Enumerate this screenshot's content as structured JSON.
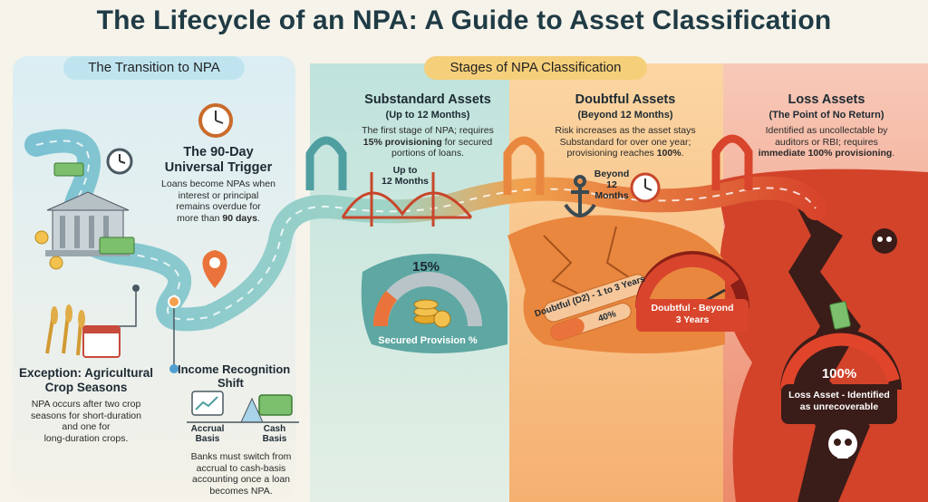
{
  "title": "The Lifecycle of an NPA: A Guide to Asset Classification",
  "transition": {
    "pill": "The Transition to NPA",
    "trigger_title_1": "The 90-Day",
    "trigger_title_2": "Universal Trigger",
    "trigger_desc_1": "Loans become NPAs when",
    "trigger_desc_2": "interest or principal",
    "trigger_desc_3": "remains overdue for",
    "trigger_desc_4_pre": "more than ",
    "trigger_desc_4_bold": "90 days",
    "trigger_desc_4_post": "."
  },
  "agri": {
    "title_1": "Exception: Agricultural",
    "title_2": "Crop Seasons",
    "desc_1": "NPA occurs after two crop",
    "desc_2": "seasons for short-duration",
    "desc_3": "and one for",
    "desc_4": "long-duration crops."
  },
  "income": {
    "title_1": "Income Recognition",
    "title_2": "Shift",
    "accrual": "Accrual",
    "accrual_2": "Basis",
    "cash": "Cash",
    "cash_2": "Basis",
    "desc_1": "Banks must switch from",
    "desc_2": "accrual to cash-basis",
    "desc_3": "accounting once a loan",
    "desc_4": "becomes NPA."
  },
  "stages_pill": "Stages of NPA Classification",
  "substandard": {
    "title": "Substandard Assets",
    "subtitle": "(Up to 12 Months)",
    "desc_1": "The first stage of NPA; requires",
    "desc_2_bold": "15% provisioning",
    "desc_2_post": " for secured",
    "desc_3": "portions of loans.",
    "bridge_1": "Up to",
    "bridge_2": "12 Months",
    "percent": "15%",
    "gauge_label": "Secured Provision %"
  },
  "doubtful": {
    "title": "Doubtful Assets",
    "subtitle": "(Beyond 12 Months)",
    "desc_1": "Risk increases as the asset stays",
    "desc_2": "Substandard for over one year;",
    "desc_3_pre": "provisioning reaches ",
    "desc_3_bold": "100%",
    "desc_3_post": ".",
    "anchor_1": "Beyond",
    "anchor_2": "12",
    "anchor_3": "Months",
    "bar_label": "Doubtful (D2) - 1 to 3 Years",
    "bar_percent": "40%",
    "gauge_label_1": "Doubtful - Beyond",
    "gauge_label_2": "3 Years"
  },
  "loss": {
    "title": "Loss Assets",
    "subtitle": "(The Point of No Return)",
    "desc_1": "Identified as uncollectable by",
    "desc_2": "auditors or RBI; requires",
    "desc_3_bold": "immediate 100% provisioning",
    "desc_3_post": ".",
    "percent": "100%",
    "gauge_label_1": "Loss Asset - Identified",
    "gauge_label_2": "as unrecoverable"
  },
  "colors": {
    "teal": "#4f9fa1",
    "orange": "#e9873f",
    "red": "#d8452c",
    "navy": "#1f3b45"
  }
}
